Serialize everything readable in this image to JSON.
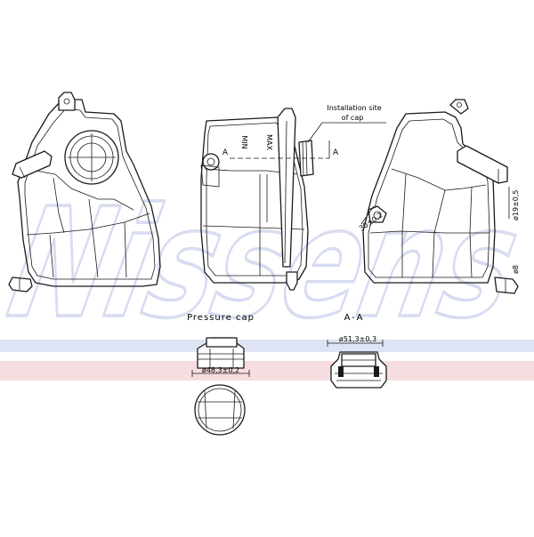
{
  "watermark": {
    "text": "Nissens",
    "color": "#dfe3f3",
    "band_colors": [
      "#dfe4f4",
      "#f6dde0"
    ]
  },
  "labels": {
    "installation_line1": "Installation site",
    "installation_line2": "of cap",
    "section_a_left": "A",
    "section_a_right": "A",
    "max": "MAX",
    "min": "MIN",
    "pressure_cap": "Pressure cap",
    "section_title": "A-A",
    "dim_cap_diameter": "ø48,3±0,2",
    "dim_section_diameter": "ø51,3±0,3",
    "dim_angle": "30±0,2",
    "dim_right_diameter": "ø19±0,5",
    "dim_right_small": "ø8"
  }
}
